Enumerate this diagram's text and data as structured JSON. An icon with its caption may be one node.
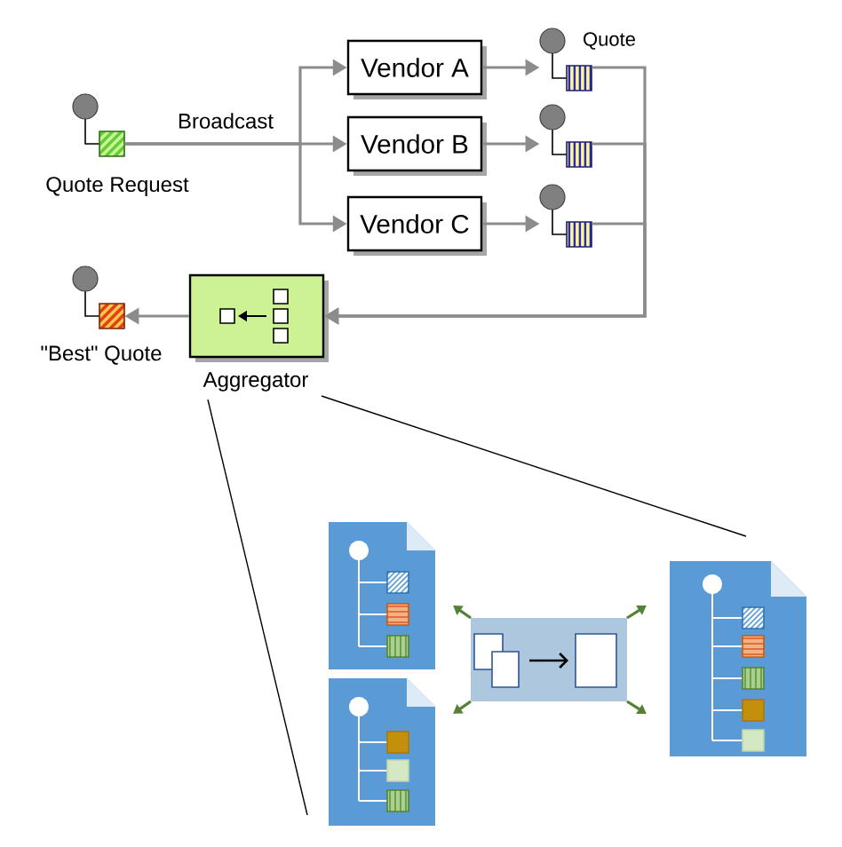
{
  "diagram": {
    "nodes": [
      {
        "text": [],
        "shape": "picture",
        "beside": [
          "Quote Request"
        ]
      },
      {
        "text": [
          "Vendor A"
        ]
      },
      {
        "text": [
          "Vendor B"
        ]
      },
      {
        "text": [
          "Vendor C"
        ]
      },
      {
        "text": [],
        "shape": "picture",
        "beside": [
          "Quote"
        ]
      },
      {
        "text": [],
        "shape": "picture"
      },
      {
        "text": [],
        "shape": "picture"
      },
      {
        "text": [
          "Aggregator"
        ]
      },
      {
        "text": [],
        "shape": "picture",
        "beside": [
          "\"Best\" Quote"
        ]
      }
    ],
    "edges": [
      {
        "from": 0,
        "to": 1,
        "arrow": "to"
      },
      {
        "from": 0,
        "to": 2,
        "arrow": "to",
        "label": "Broadcast"
      },
      {
        "from": 0,
        "to": 3,
        "arrow": "to"
      },
      {
        "from": 1,
        "to": 4,
        "arrow": "to"
      },
      {
        "from": 2,
        "to": 5,
        "arrow": "to"
      },
      {
        "from": 3,
        "to": 6,
        "arrow": "to"
      },
      {
        "from": 4,
        "to": 7,
        "arrow": "to"
      },
      {
        "from": 5,
        "to": 7,
        "arrow": "to"
      },
      {
        "from": 6,
        "to": 7,
        "arrow": "to"
      },
      {
        "from": 7,
        "to": 8,
        "arrow": "to"
      }
    ]
  }
}
